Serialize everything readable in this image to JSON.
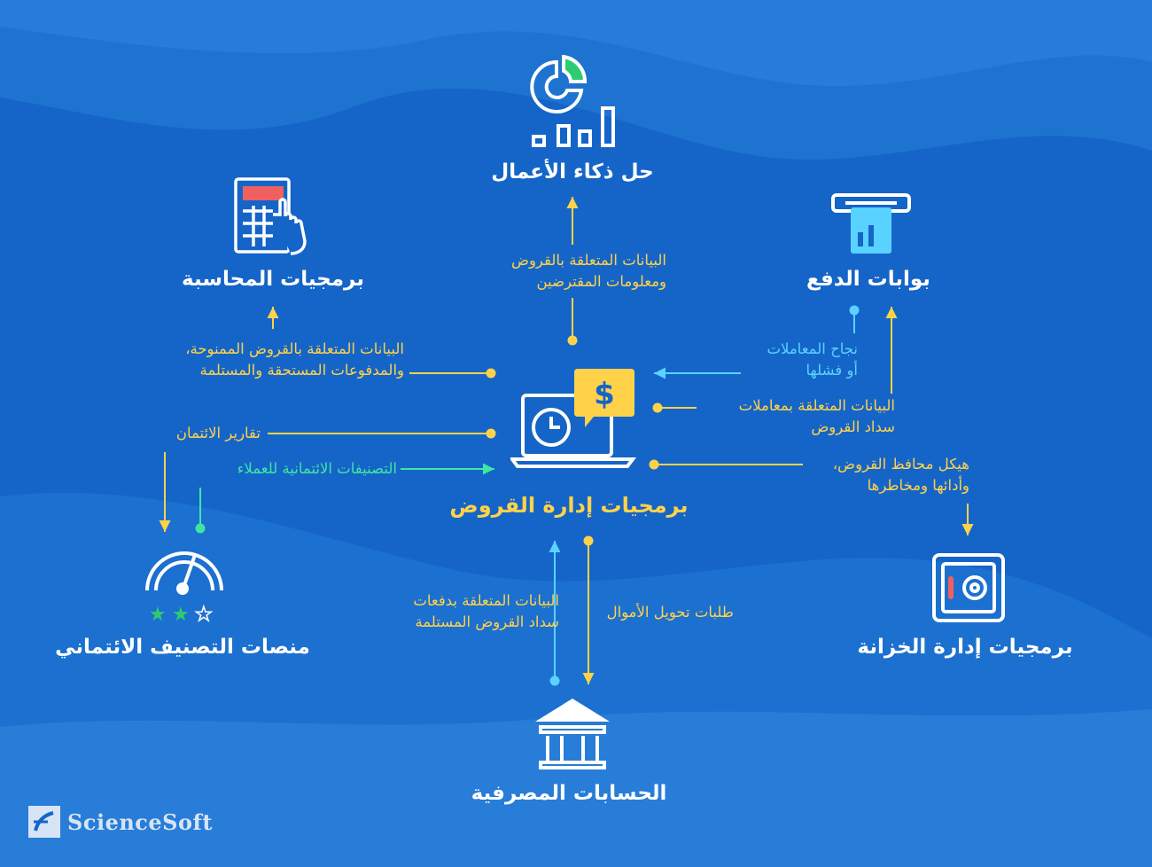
{
  "colors": {
    "background": "#1565c8",
    "flow_yellow": "#ffd24a",
    "flow_cyan": "#5ad2ff",
    "flow_green": "#3ee6a0",
    "icon_white": "#ffffff",
    "accent_red": "#f06060",
    "accent_green": "#2ecc71"
  },
  "nodes": {
    "center": {
      "label": "برمجيات إدارة القروض",
      "icon": "laptop-dollar-icon"
    },
    "bi": {
      "label": "حل ذكاء الأعمال",
      "icon": "chart-analytics-icon"
    },
    "accounting": {
      "label": "برمجيات المحاسبة",
      "icon": "calculator-icon"
    },
    "payment": {
      "label": "بوابات الدفع",
      "icon": "card-terminal-icon"
    },
    "credit": {
      "label": "منصات التصنيف الائتماني",
      "icon": "gauge-rating-icon"
    },
    "treasury": {
      "label": "برمجيات إدارة الخزانة",
      "icon": "safe-icon"
    },
    "bank": {
      "label": "الحسابات المصرفية",
      "icon": "bank-icon"
    }
  },
  "flows": {
    "to_bi": {
      "line1": "البيانات المتعلقة بالقروض",
      "line2": "ومعلومات المقترضين"
    },
    "to_accounting": {
      "line1": "البيانات المتعلقة بالقروض الممنوحة،",
      "line2": "والمدفوعات المستحقة والمستلمة"
    },
    "credit_reports": {
      "line1": "تقارير الائتمان"
    },
    "customer_ratings": {
      "line1": "التصنيفات الائتمانية للعملاء"
    },
    "payment_status": {
      "line1": "نجاح المعاملات",
      "line2": "أو فشلها"
    },
    "to_payment": {
      "line1": "البيانات المتعلقة بمعاملات",
      "line2": "سداد القروض"
    },
    "to_treasury": {
      "line1": "هيكل محافظ القروض،",
      "line2": "وأدائها ومخاطرها"
    },
    "from_bank": {
      "line1": "البيانات المتعلقة بدفعات",
      "line2": "سداد القروض المستلمة"
    },
    "to_bank": {
      "line1": "طلبات تحويل الأموال"
    }
  },
  "brand": {
    "name": "ScienceSoft",
    "icon": "sciencesoft-logo-icon"
  }
}
